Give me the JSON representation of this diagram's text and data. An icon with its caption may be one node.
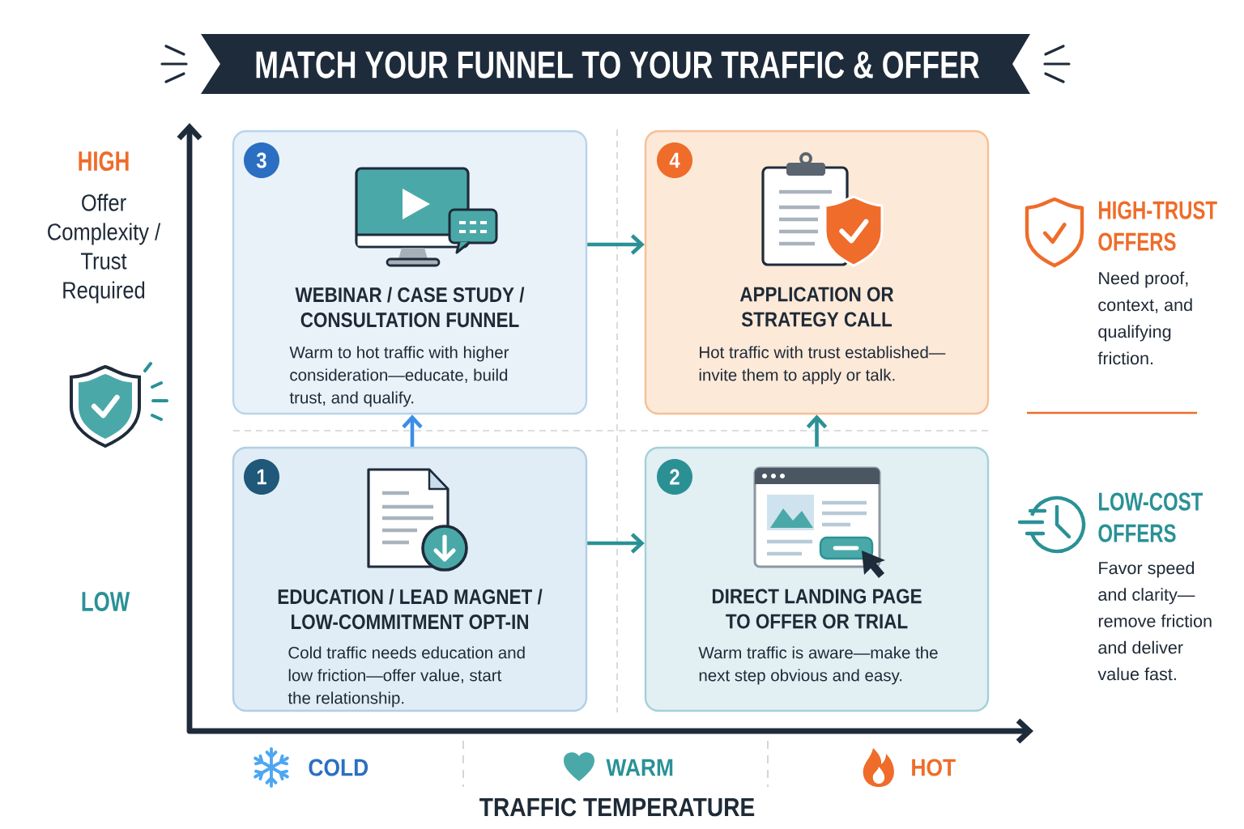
{
  "diagram": {
    "title": "MATCH YOUR FUNNEL TO YOUR TRAFFIC & OFFER",
    "nodes": [
      {
        "text": [
          "WEBINAR / CASE STUDY / CONSULTATION FUNNEL",
          "Warm to hot traffic with higher consideration—educate, build trust, and qualify."
        ]
      },
      {
        "text": [
          "3"
        ],
        "in": 0
      },
      {
        "text": [
          "APPLICATION OR STRATEGY CALL",
          "Hot traffic with trust established—invite them to apply or talk."
        ]
      },
      {
        "text": [
          "4"
        ],
        "in": 2
      },
      {
        "text": [
          "EDUCATION / LEAD MAGNET / LOW-COMMITMENT OPT-IN",
          "Cold traffic needs education and low friction—offer value, start the relationship."
        ]
      },
      {
        "text": [
          "1"
        ],
        "in": 4
      },
      {
        "text": [
          "DIRECT LANDING PAGE TO OFFER OR TRIAL",
          "Warm traffic is aware—make the next step obvious and easy."
        ]
      },
      {
        "text": [
          "2"
        ],
        "in": 6
      }
    ],
    "edges": [
      {
        "from": 0,
        "to": 2,
        "arrow": "to"
      },
      {
        "from": 4,
        "to": 0,
        "arrow": "to",
        "color": "#3a8ee8"
      },
      {
        "from": 4,
        "to": 6,
        "arrow": "to"
      },
      {
        "from": 6,
        "to": 2,
        "arrow": "to"
      }
    ],
    "labels": [
      "HIGH",
      "Offer Complexity / Trust Required",
      "HIGH-TRUST OFFERS",
      "Need proof, context, and qualifying friction.",
      "LOW",
      "LOW-COST OFFERS",
      "Favor speed and clarity—remove friction and deliver value fast.",
      "COLD",
      "WARM",
      "HOT",
      "TRAFFIC TEMPERATURE"
    ]
  }
}
